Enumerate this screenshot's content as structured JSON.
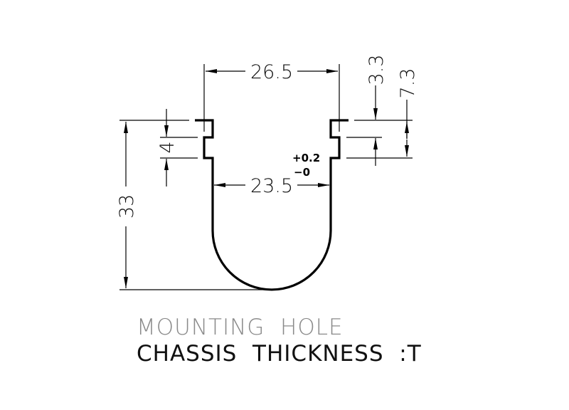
{
  "dimensions": {
    "outer_width": "26.5",
    "inner_width": "23.5",
    "height": "33",
    "notch": "4",
    "offset_small": "3.3",
    "offset_large": "7.3",
    "tolerance_plus": "+0.2",
    "tolerance_minus": "−0"
  },
  "captions": {
    "title": "MOUNTING  HOLE",
    "subtitle": "CHASSIS  THICKNESS  :T"
  }
}
